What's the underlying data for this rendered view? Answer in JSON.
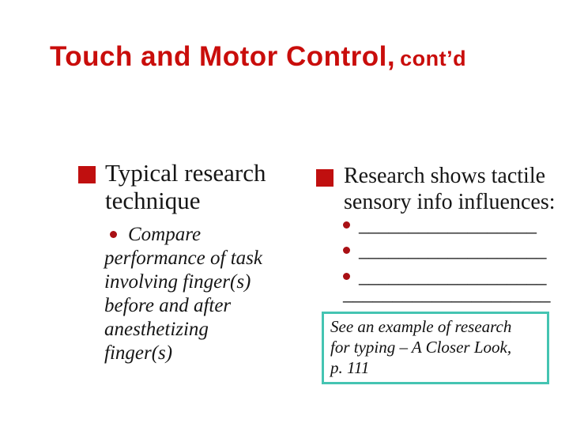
{
  "slide": {
    "title": {
      "main": "Touch and Motor Control,",
      "suffix": "cont’d"
    },
    "left_column": {
      "heading": {
        "lines": [
          "Typical research",
          "technique"
        ]
      },
      "detail": {
        "lines": [
          "Compare",
          "performance of task",
          "involving finger(s)",
          "before and after",
          "anesthetizing",
          "finger(s)"
        ]
      }
    },
    "right_column": {
      "heading": {
        "lines": [
          "Research shows tactile",
          "sensory info influences:"
        ]
      },
      "blanks": {
        "items": [
          "__________________",
          "___________________",
          "___________________"
        ],
        "continuation": "_____________________"
      },
      "note_box": {
        "lines": [
          "See an example of research",
          "for typing – A Closer Look,",
          "p. 111"
        ]
      }
    },
    "colors": {
      "title_red": "#c90d0b",
      "bullet_square_red": "#c00f0f",
      "bullet_dot_red": "#a91014",
      "note_border_teal": "#45c4b2",
      "text": "#161616",
      "background": "#ffffff"
    }
  }
}
